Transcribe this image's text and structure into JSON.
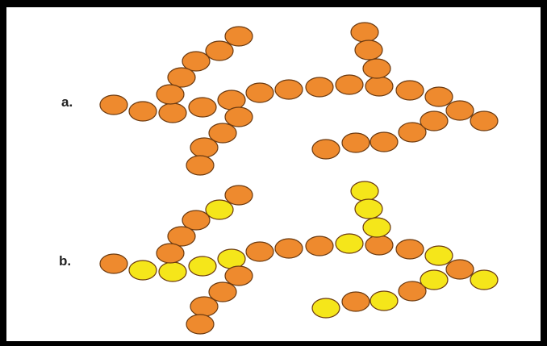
{
  "labels": {
    "a": "a.",
    "b": "b."
  },
  "colors": {
    "orange": "#EE8A2E",
    "yellow": "#F5E61A",
    "outline": "#6b3a10"
  },
  "panels": {
    "a": [
      "o",
      "o",
      "o",
      "o",
      "o",
      "o",
      "o",
      "o",
      "o",
      "o",
      "o",
      "o",
      "o",
      "o",
      "o",
      "o",
      "o",
      "o",
      "o",
      "o",
      "o",
      "o",
      "o",
      "o",
      "o",
      "o",
      "o",
      "o",
      "o",
      "o",
      "o",
      "o",
      "o",
      "o",
      "o",
      "o",
      "o",
      "o",
      "o"
    ],
    "b": [
      "o",
      "y",
      "y",
      "y",
      "y",
      "o",
      "o",
      "o",
      "y",
      "o",
      "o",
      "y",
      "o",
      "y",
      "o",
      "y",
      "o",
      "o",
      "o",
      "y",
      "y",
      "y",
      "o",
      "o",
      "o",
      "o",
      "y",
      "o",
      "y",
      "o",
      "y",
      "y",
      "o",
      "y",
      "y",
      "y",
      "y",
      "o",
      "o"
    ]
  }
}
